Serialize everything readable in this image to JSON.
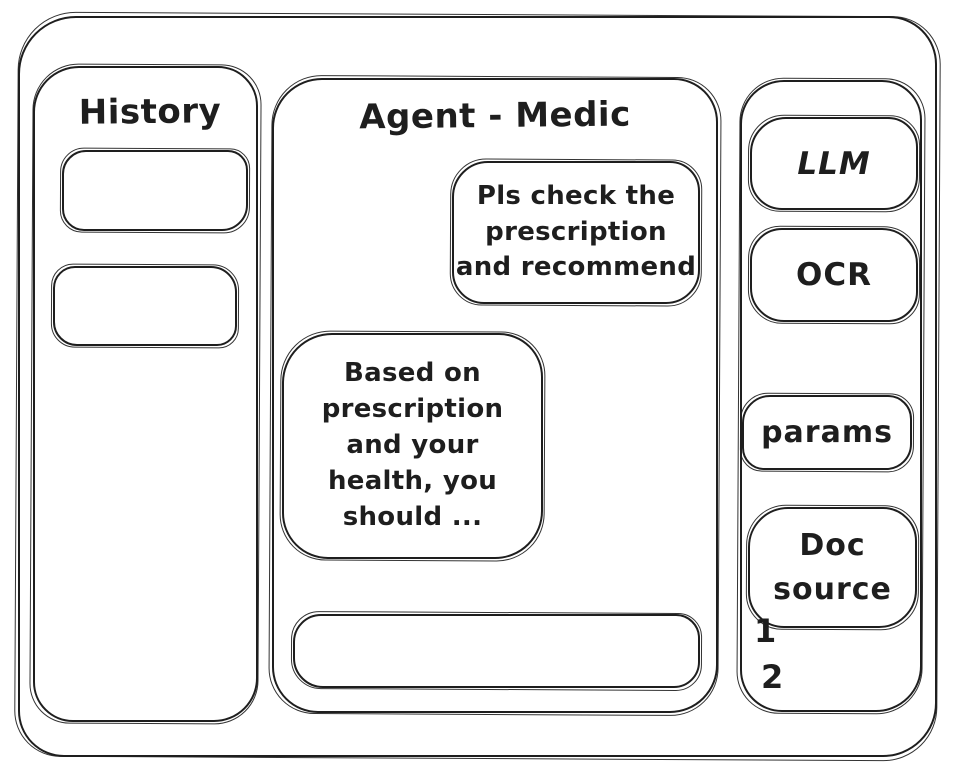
{
  "colors": {
    "ink": "#1e1e1e",
    "background": "#ffffff"
  },
  "history_panel": {
    "title": "History",
    "items": [
      {
        "label": ""
      },
      {
        "label": ""
      }
    ]
  },
  "chat_panel": {
    "title": "Agent - Medic",
    "messages": [
      {
        "role": "user",
        "text": "Pls check the\nprescription\nand recommend"
      },
      {
        "role": "assistant",
        "text": "Based on\nprescription\nand your\nhealth, you\nshould ..."
      }
    ],
    "input": {
      "value": "",
      "placeholder": ""
    }
  },
  "tools_panel": {
    "buttons": {
      "llm": "LLM",
      "ocr": "OCR",
      "params": "params",
      "doc_source": "Doc\nsource"
    },
    "doc_source_items": [
      "1",
      "2"
    ]
  }
}
